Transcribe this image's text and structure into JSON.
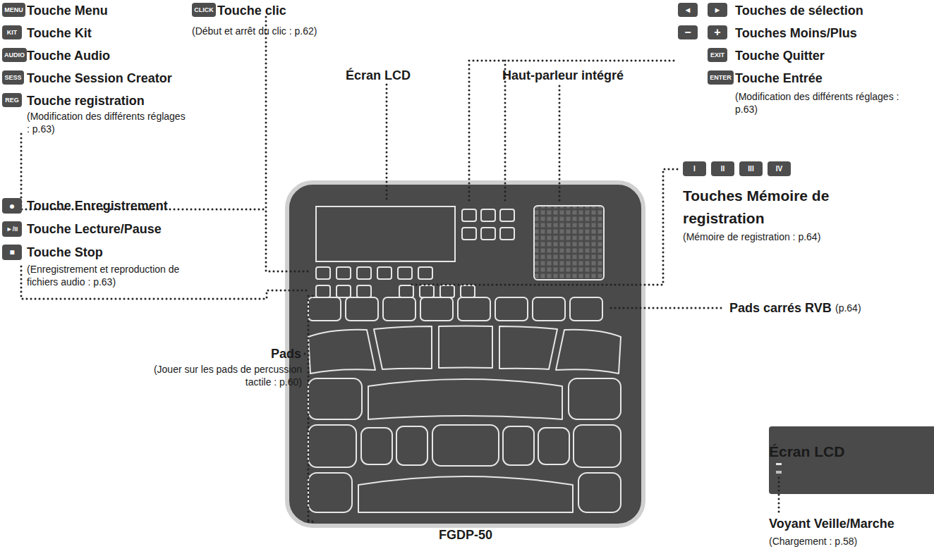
{
  "diagram": {
    "nodes": [
      {
        "text": [
          "MENU"
        ]
      },
      {
        "text": [
          "KIT"
        ]
      },
      {
        "text": [
          "AUDIO"
        ]
      },
      {
        "text": [
          "SESS"
        ]
      },
      {
        "text": [
          "REG"
        ]
      },
      {
        "text": [
          "CLICK"
        ]
      },
      {
        "text": [
          "◄"
        ]
      },
      {
        "text": [
          "►"
        ]
      },
      {
        "text": [
          "−"
        ]
      },
      {
        "text": [
          "+"
        ]
      },
      {
        "text": [
          "EXIT"
        ]
      },
      {
        "text": [
          "ENTER"
        ]
      },
      {
        "text": [
          "●"
        ]
      },
      {
        "text": [
          "►/II"
        ]
      },
      {
        "text": [
          "■"
        ]
      },
      {
        "text": [
          "I"
        ]
      },
      {
        "text": [
          "II"
        ]
      },
      {
        "text": [
          "III"
        ]
      },
      {
        "text": [
          "IV"
        ]
      }
    ],
    "labels": [
      "Touche Menu",
      "Touche Kit",
      "Touche Audio",
      "Touche Session Creator",
      "Touche registration",
      "(Modification des différents réglages : p.63)",
      "Touche clic",
      "(Début et arrêt du clic : p.62)",
      "Touches de sélection",
      "Touches Moins/Plus",
      "Touche Quitter",
      "Touche Entrée",
      "(Modification des différents réglages : p.63)",
      "Écran LCD",
      "Haut-parleur intégré",
      "Touche Enregistrement",
      "Touche Lecture/Pause",
      "Touche Stop",
      "(Enregistrement et reproduction de fichiers audio : p.63)",
      "Touches Mémoire de registration",
      "(Mémoire de registration : p.64)",
      "Pads carrés RVB",
      "(p.64)",
      "Pads",
      "(Jouer sur les pads de percussion tactile : p.60)",
      "Écran LCD",
      "Voyant Veille/Marche",
      "(Chargement : p.58)",
      "FGDP-50"
    ]
  }
}
